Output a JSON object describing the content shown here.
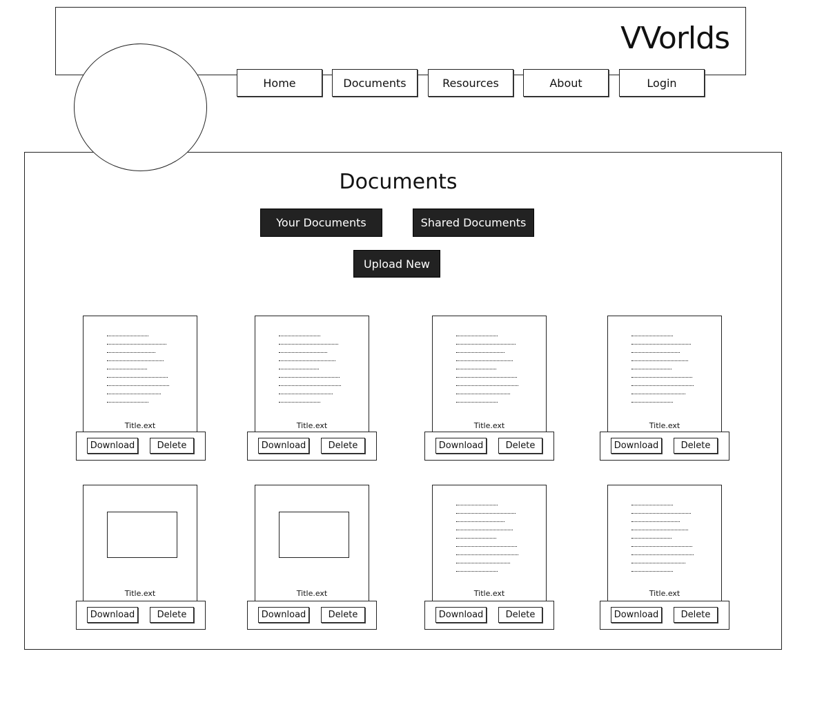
{
  "header": {
    "brand": "VVorlds"
  },
  "nav": {
    "items": [
      {
        "label": "Home"
      },
      {
        "label": "Documents"
      },
      {
        "label": "Resources"
      },
      {
        "label": "About"
      },
      {
        "label": "Login"
      }
    ]
  },
  "main": {
    "title": "Documents",
    "tabs": [
      {
        "label": "Your Documents"
      },
      {
        "label": "Shared Documents"
      }
    ],
    "upload_label": "Upload New"
  },
  "documents": [
    {
      "title": "Title.ext",
      "kind": "text",
      "download_label": "Download",
      "delete_label": "Delete"
    },
    {
      "title": "Title.ext",
      "kind": "text",
      "download_label": "Download",
      "delete_label": "Delete"
    },
    {
      "title": "Title.ext",
      "kind": "text",
      "download_label": "Download",
      "delete_label": "Delete"
    },
    {
      "title": "Title.ext",
      "kind": "text",
      "download_label": "Download",
      "delete_label": "Delete"
    },
    {
      "title": "Title.ext",
      "kind": "image",
      "download_label": "Download",
      "delete_label": "Delete"
    },
    {
      "title": "Title.ext",
      "kind": "image",
      "download_label": "Download",
      "delete_label": "Delete"
    },
    {
      "title": "Title.ext",
      "kind": "text",
      "download_label": "Download",
      "delete_label": "Delete"
    },
    {
      "title": "Title.ext",
      "kind": "text",
      "download_label": "Download",
      "delete_label": "Delete"
    }
  ]
}
